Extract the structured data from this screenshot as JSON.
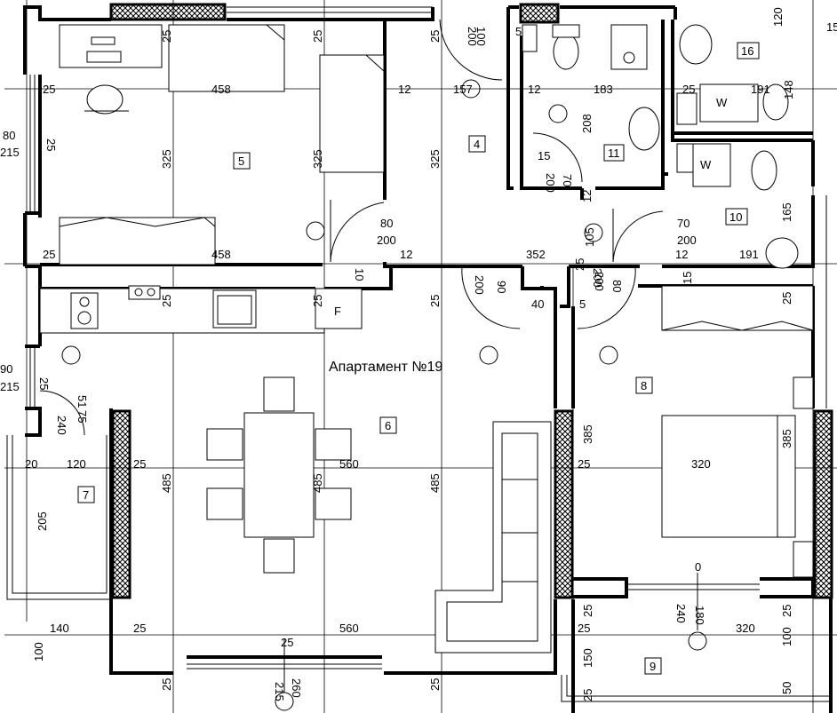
{
  "apartment_title": "Апартамент №19",
  "rooms": {
    "r4": "4",
    "r5": "5",
    "r6": "6",
    "r7": "7",
    "r8": "8",
    "r9": "9",
    "r10": "10",
    "r11": "11",
    "r16": "16"
  },
  "fixtures": {
    "fridge": "F",
    "washer_1": "W",
    "washer_2": "W"
  },
  "dimensions": {
    "d_25_a": "25",
    "d_25_b": "25",
    "d_25_c": "25",
    "d_200_top": "200",
    "d_100_top": "100",
    "d_5_top": "5",
    "d_120_top": "120",
    "d_15_top": "15",
    "d_25_left_mid": "25",
    "d_458_top": "458",
    "d_12_a": "12",
    "d_157": "157",
    "d_12_b": "12",
    "d_183": "183",
    "d_25_r16": "25",
    "d_191_a": "191",
    "d_148": "148",
    "d_80_left": "80",
    "d_215_left": "215",
    "d_25_v_left": "25",
    "d_325_a": "325",
    "d_325_b": "325",
    "d_325_c": "325",
    "d_208": "208",
    "d_15_r11": "15",
    "d_200_r11": "200",
    "d_70_r11": "70",
    "d_12_r11": "12",
    "d_80_door": "80",
    "d_200_door": "200",
    "d_105": "105",
    "d_70_door2": "70",
    "d_200_door2": "200",
    "d_165": "165",
    "d_25_row2": "25",
    "d_458_row2": "458",
    "d_12_c": "12",
    "d_352": "352",
    "d_25_mid": "25",
    "d_200_mid": "200",
    "d_12_d": "12",
    "d_191_b": "191",
    "d_15_r10": "15",
    "d_25_k1": "25",
    "d_10_k": "10",
    "d_25_k2": "25",
    "d_200_corr": "200",
    "d_90_corr": "90",
    "d_40": "40",
    "d_5_corr": "5",
    "d_200_corr2": "200",
    "d_80_corr2": "80",
    "d_25_r8": "25",
    "d_90_left2": "90",
    "d_215_left2": "215",
    "d_25_balc": "25",
    "d_51": "51",
    "d_240_balc": "240",
    "d_75": "75",
    "d_385_a": "385",
    "d_385_b": "385",
    "d_20": "20",
    "d_120_balc": "120",
    "d_25_balc2": "25",
    "d_485_a": "485",
    "d_485_b": "485",
    "d_560_mid": "560",
    "d_485_c": "485",
    "d_25_r8b": "25",
    "d_320_a": "320",
    "d_205": "205",
    "d_0": "0",
    "d_240_r9": "240",
    "d_180": "180",
    "d_25_r9a": "25",
    "d_25_r9b": "25",
    "d_140": "140",
    "d_25_bot1": "25",
    "d_560_bot": "560",
    "d_25_bot2": "25",
    "d_320_b": "320",
    "d_100_r9": "100",
    "d_100_left": "100",
    "d_25_bot3": "25",
    "d_150": "150",
    "d_25_bot4": "25",
    "d_215_bot": "215",
    "d_260_bot": "260",
    "d_25_bot5": "25",
    "d_50_r9": "50"
  }
}
